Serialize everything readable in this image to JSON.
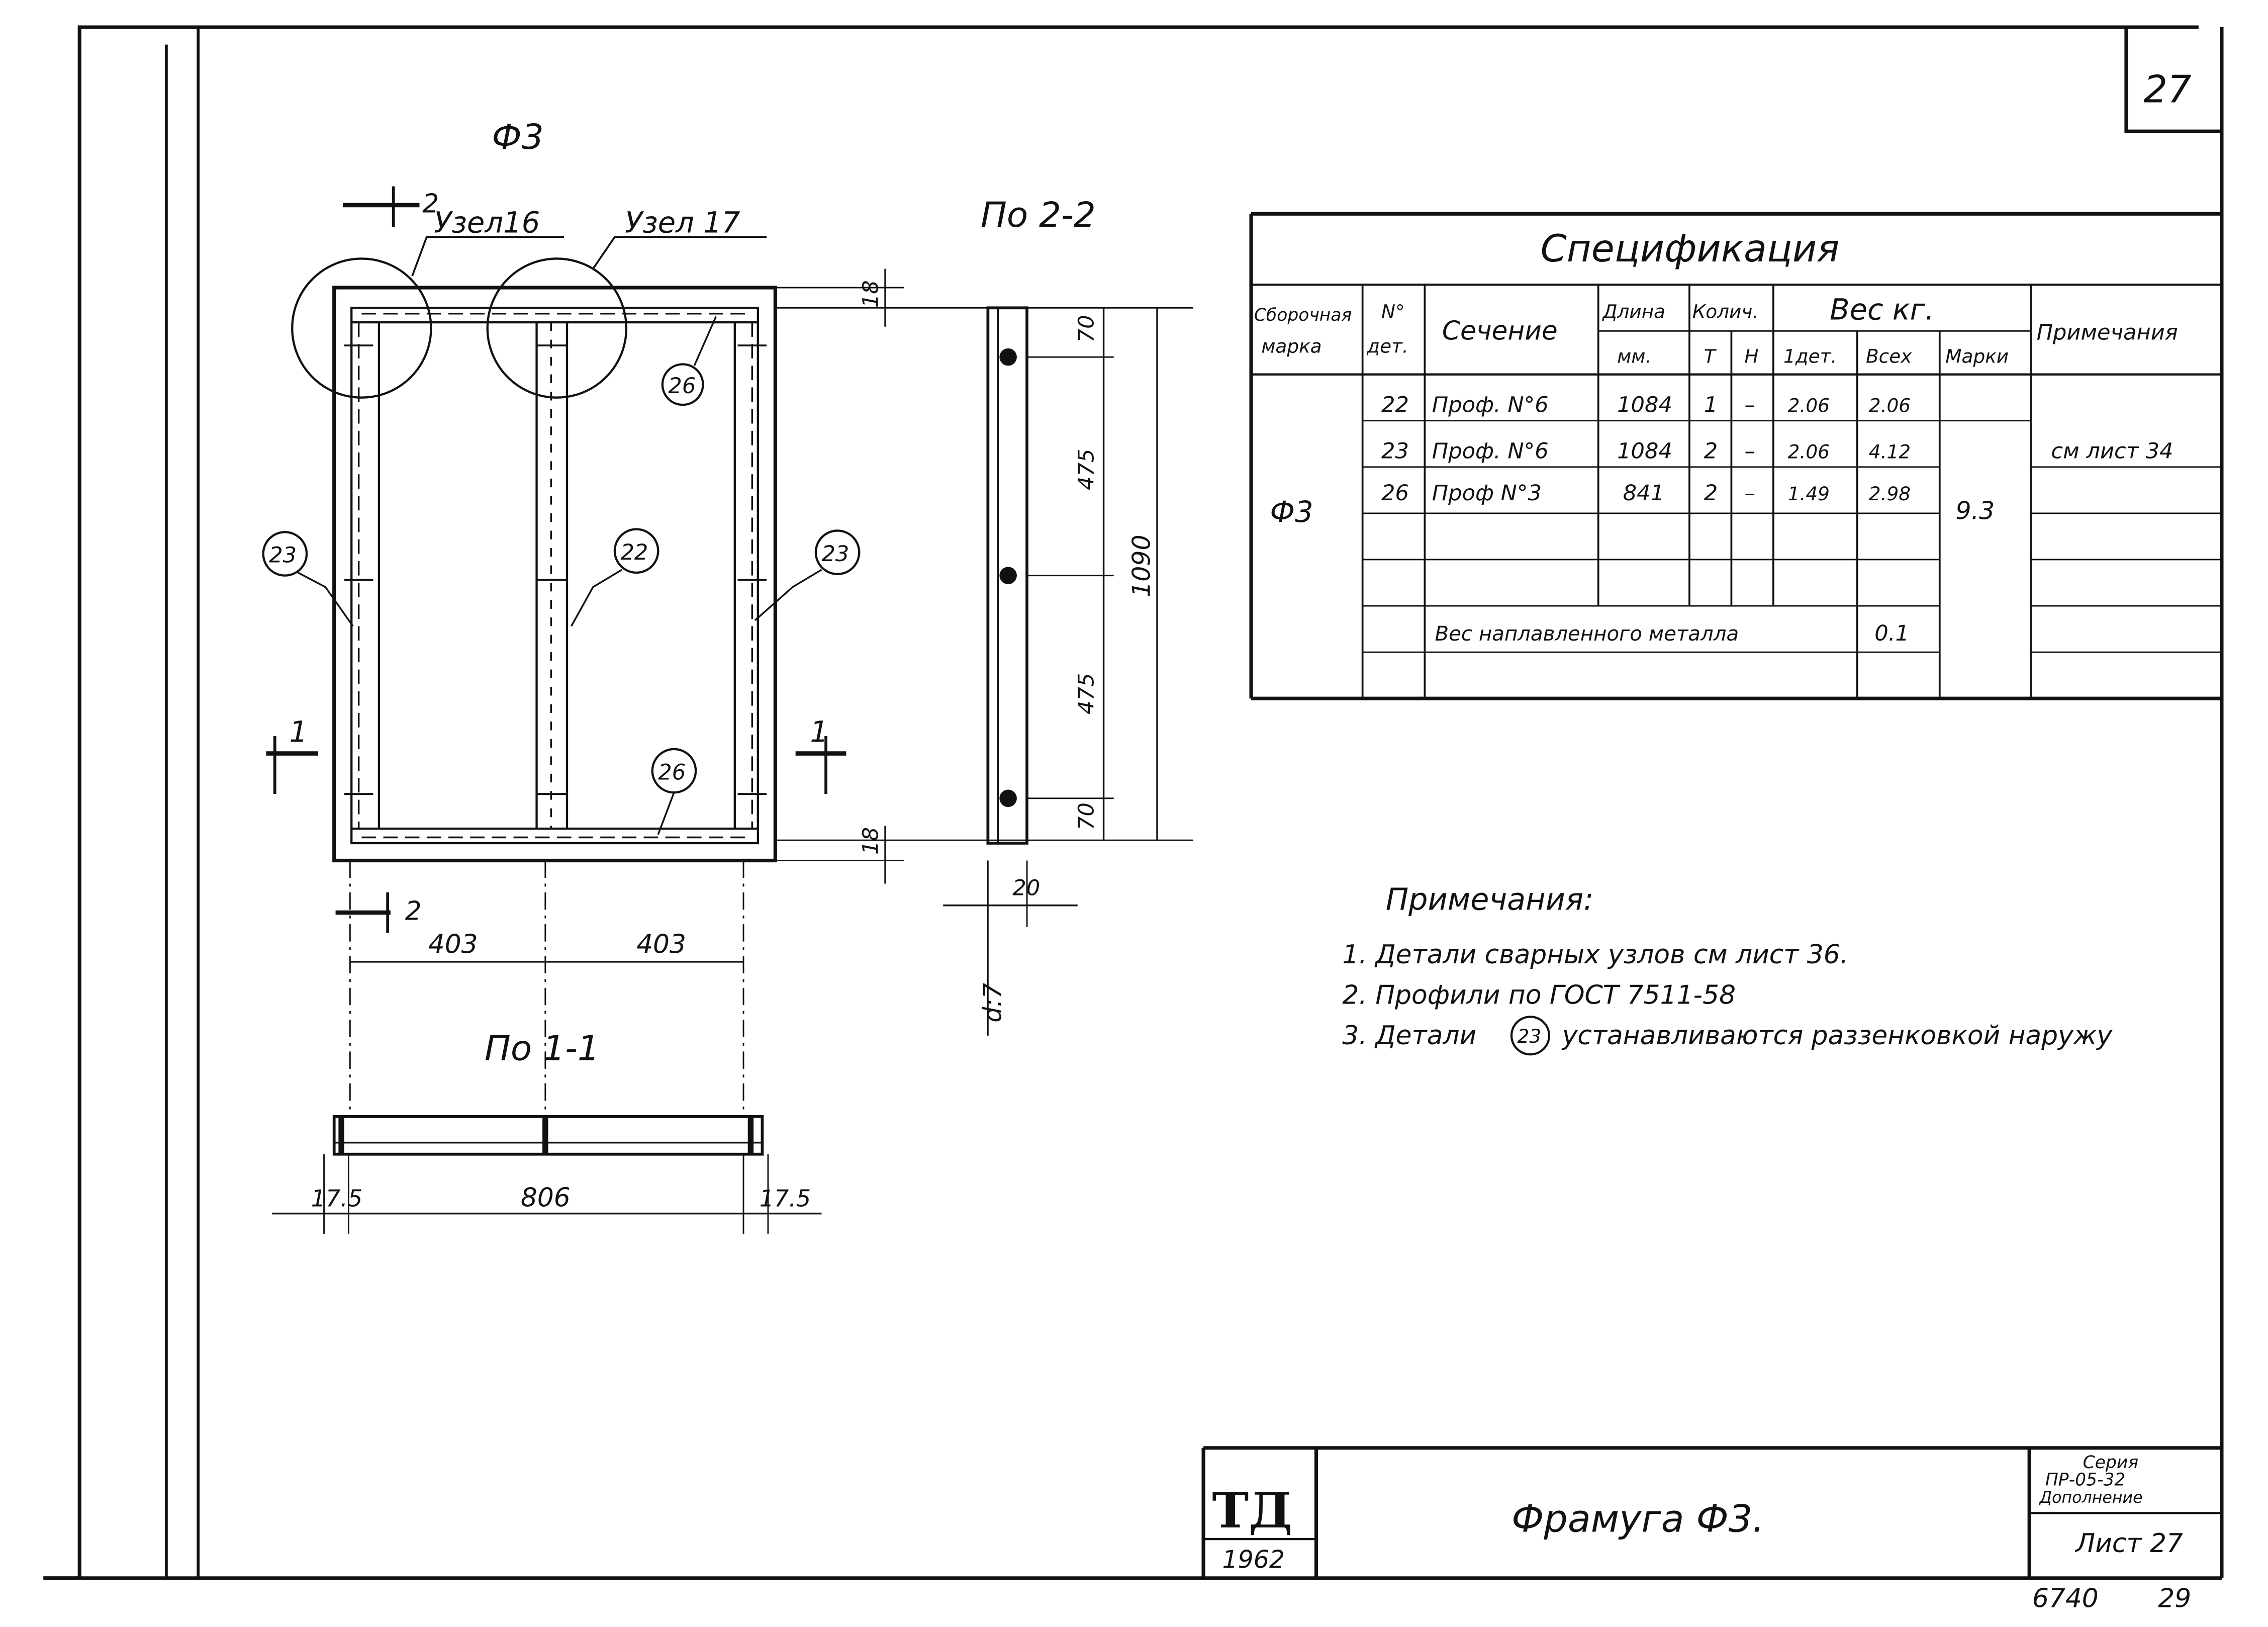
{
  "sheet": {
    "page_number": "27",
    "bottom_left_number": "6740",
    "bottom_right_number": "29"
  },
  "drawing": {
    "title": "Ф3",
    "node_16": "Узел16",
    "node_17": "Узел 17",
    "view_2_2": "По 2-2",
    "view_1_1": "По 1-1",
    "section_1": "1",
    "section_2": "2",
    "callouts": [
      "26",
      "23",
      "22",
      "23",
      "26"
    ],
    "dims_plan": [
      "403",
      "403"
    ],
    "dims_bottom": [
      "17.5",
      "806",
      "17.5"
    ],
    "dims_side": [
      "18",
      "70",
      "475",
      "475",
      "70",
      "18",
      "1090",
      "20",
      "d:7"
    ]
  },
  "spec": {
    "title": "Спецификация",
    "headers": {
      "assembly_mark": [
        "Сборочная",
        "марка"
      ],
      "part_no": [
        "N°",
        "дет."
      ],
      "section": "Сечение",
      "length": [
        "Длина",
        "мм."
      ],
      "qty": "Колич.",
      "qty_t": "Т",
      "qty_n": "Н",
      "weight": "Вес кг.",
      "w_one": "1дет.",
      "w_all": "Всех",
      "w_mark": "Марки",
      "notes": "Примечания"
    },
    "mark": "Ф3",
    "rows": [
      [
        "22",
        "Проф. N°6",
        "1084",
        "1",
        "–",
        "2.06",
        "2.06"
      ],
      [
        "23",
        "Проф. N°6",
        "1084",
        "2",
        "–",
        "2.06",
        "4.12"
      ],
      [
        "26",
        "Проф N°3",
        "841",
        "2",
        "–",
        "1.49",
        "2.98"
      ]
    ],
    "mark_weight": "9.3",
    "note_ref": "см лист 34",
    "weld_label": "Вес наплавленного металла",
    "weld_value": "0.1"
  },
  "notes": {
    "title": "Примечания:",
    "items": [
      "1. Детали сварных узлов см лист 36.",
      "2. Профили по ГОСТ 7511-58",
      "3. Детали",
      "устанавливаются раззенковкой наружу"
    ],
    "item3_ref": "23"
  },
  "title_block": {
    "logo": "ТД",
    "year": "1962",
    "name": "Фрамуга Ф3.",
    "series": [
      "Серия",
      "ПР-05-32",
      "Дополнение"
    ],
    "sheet": "Лист 27"
  }
}
